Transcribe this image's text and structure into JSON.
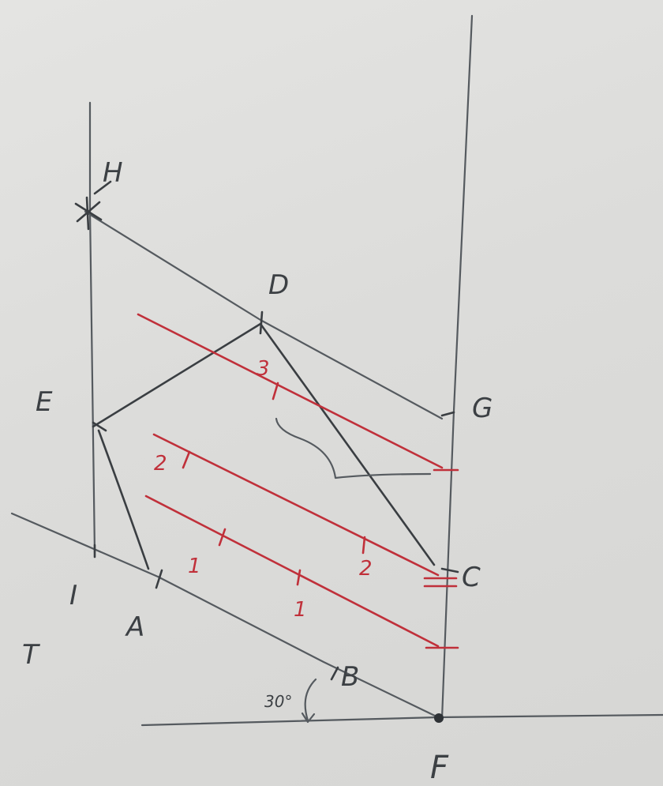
{
  "diagram": {
    "points": {
      "H": "H",
      "D": "D",
      "E": "E",
      "G": "G",
      "C": "C",
      "I": "I",
      "A": "A",
      "T": "T",
      "B": "B",
      "F": "F"
    },
    "red_marks": {
      "m3": "3",
      "m2_left": "2",
      "m2_right": "2",
      "m1_left": "1",
      "m1_right": "1"
    },
    "angle_label": "30°"
  },
  "colors": {
    "pencil": "#555a5f",
    "red": "#c0303a",
    "paper": "#dcdcda"
  }
}
